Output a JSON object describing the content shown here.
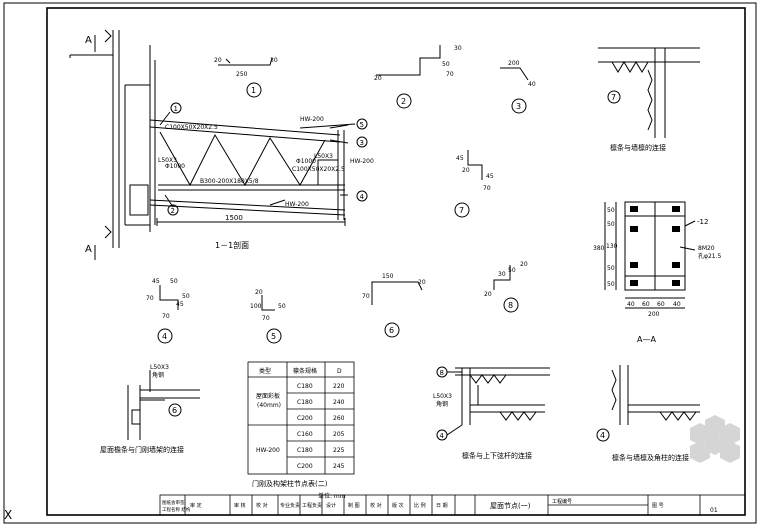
{
  "section": {
    "mark": "A",
    "title": "1－1剖面",
    "labels": {
      "hw_top": "HW-200",
      "hw_bottom": "HW-200",
      "hw_right": "HW-200",
      "c_top": "C100X50X20X2.5",
      "c_right": "C100X50X20X2.5",
      "l50": "L50X3",
      "l50_right": "L50X3",
      "phi_left": "Φ1000",
      "phi_right": "Φ1000",
      "purlin": "B300-200X180X5/8",
      "length": "1500"
    },
    "callouts": [
      "1",
      "2",
      "3",
      "4",
      "5"
    ]
  },
  "profiles": {
    "p1": {
      "num": "1",
      "dims": [
        "250",
        "20",
        "30"
      ]
    },
    "p2": {
      "num": "2",
      "dims": [
        "50",
        "70",
        "20",
        "30"
      ]
    },
    "p3": {
      "num": "3",
      "dims": [
        "200",
        "40"
      ]
    },
    "p7": {
      "num": "7",
      "dims": [
        "45",
        "20",
        "70",
        "45"
      ]
    },
    "p4": {
      "num": "4",
      "dims": [
        "45",
        "50",
        "70",
        "50",
        "45",
        "70"
      ]
    },
    "p5": {
      "num": "5",
      "dims": [
        "100",
        "20",
        "50",
        "70"
      ]
    },
    "p6": {
      "num": "6",
      "dims": [
        "150",
        "70",
        "20"
      ]
    },
    "p8": {
      "num": "8",
      "dims": [
        "50",
        "20",
        "20",
        "30"
      ]
    }
  },
  "details": {
    "beam_wall": {
      "num": "7",
      "caption": "檩条与墙檩的连接"
    },
    "aa": {
      "title": "A—A",
      "plate": "-12",
      "bolt": "8M20",
      "hole": "孔φ21.5",
      "v_dims": [
        "50",
        "50",
        "130",
        "50",
        "50"
      ],
      "v_total": "380",
      "h_dims": [
        "40",
        "60",
        "60",
        "40"
      ],
      "h_total": "200"
    },
    "left": {
      "angle": "L50X3",
      "angle_note": "角钢",
      "num": "6",
      "caption": "屋面檐条与门刚墙架的连接"
    },
    "mid": {
      "num_top": "8",
      "num_bot": "4",
      "angle": "L50X3",
      "angle_note": "角钢",
      "caption": "檩条与上下弦杆的连接"
    },
    "right": {
      "num": "4",
      "caption": "檩条与墙檩及角柱的连接"
    }
  },
  "table": {
    "headers": [
      "类型",
      "檩条规格",
      "D"
    ],
    "groups": [
      {
        "name": "屋面彩板\n(40mm)",
        "rows": [
          [
            "C180",
            "220"
          ],
          [
            "C180",
            "240"
          ],
          [
            "C200",
            "260"
          ]
        ]
      },
      {
        "name": "HW-200",
        "rows": [
          [
            "C160",
            "205"
          ],
          [
            "C180",
            "225"
          ],
          [
            "C200",
            "245"
          ]
        ]
      }
    ],
    "caption": "门刚及构架柱节点表(二)",
    "unit": "单位: mm"
  },
  "title_block": {
    "cells": [
      "图纸会审签",
      "工程名称 结构",
      "审 定",
      "审 核",
      "校 对",
      "专业负责",
      "工程负责",
      "设计",
      "制 图",
      "校 对",
      "版 次",
      "比 例",
      "日 期"
    ],
    "drawing_name": "屋面节点(一)",
    "project": "工程编号",
    "sheet_label": "图 号",
    "sheet_no": "01"
  },
  "corner_mark": "X"
}
